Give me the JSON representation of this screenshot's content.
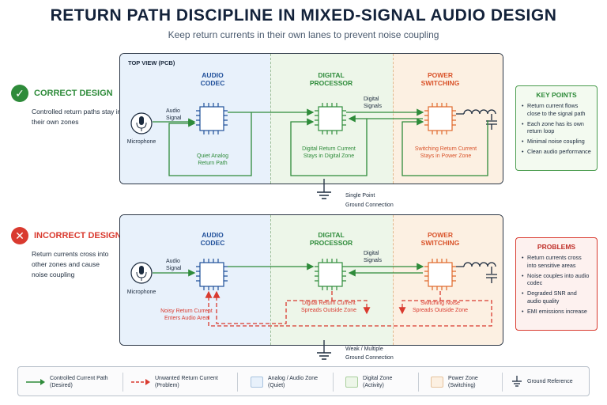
{
  "header": {
    "title": "RETURN PATH DISCIPLINE IN MIXED-SIGNAL AUDIO DESIGN",
    "subtitle": "Keep return currents in their own lanes to prevent noise coupling"
  },
  "correct": {
    "badge": "✓",
    "label": "CORRECT DESIGN",
    "desc": "Controlled return paths stay in their own zones",
    "top_view": "TOP VIEW (PCB)",
    "audio_codec": [
      "AUDIO",
      "CODEC"
    ],
    "digital_processor": [
      "DIGITAL",
      "PROCESSOR"
    ],
    "power_switching": [
      "POWER",
      "SWITCHING"
    ],
    "audio_signal": [
      "Audio",
      "Signal"
    ],
    "digital_signals": [
      "Digital",
      "Signals"
    ],
    "microphone": "Microphone",
    "analog_return": [
      "Quiet Analog",
      "Return Path"
    ],
    "digital_return": [
      "Digital Return Current",
      "Stays in Digital Zone"
    ],
    "power_return": [
      "Switching Return Current",
      "Stays in Power Zone"
    ],
    "ground": [
      "Single Point",
      "Ground Connection"
    ]
  },
  "incorrect": {
    "badge": "✕",
    "label": "INCORRECT DESIGN",
    "desc": "Return currents cross into other zones and cause noise coupling",
    "audio_codec": [
      "AUDIO",
      "CODEC"
    ],
    "digital_processor": [
      "DIGITAL",
      "PROCESSOR"
    ],
    "power_switching": [
      "POWER",
      "SWITCHING"
    ],
    "audio_signal": [
      "Audio",
      "Signal"
    ],
    "digital_signals": [
      "Digital",
      "Signals"
    ],
    "microphone": "Microphone",
    "analog_return": [
      "Noisy Return Current",
      "Enters Audio Area"
    ],
    "digital_return": [
      "Digital Return Current",
      "Spreads Outside Zone"
    ],
    "power_return": [
      "Switching Noise",
      "Spreads Outside Zone"
    ],
    "ground": [
      "Weak / Multiple",
      "Ground Connection"
    ]
  },
  "key_points": {
    "title": "KEY POINTS",
    "items": [
      "Return current flows close to the signal path",
      "Each zone has its own return loop",
      "Minimal noise coupling",
      "Clean audio performance"
    ]
  },
  "problems": {
    "title": "PROBLEMS",
    "items": [
      "Return currents cross into sensitive areas",
      "Noise couples into audio codec",
      "Degraded SNR and audio quality",
      "EMI emissions increase"
    ]
  },
  "legend": {
    "controlled": [
      "Controlled Current Path",
      "(Desired)"
    ],
    "unwanted": [
      "Unwanted Return Current",
      "(Problem)"
    ],
    "analog_zone": [
      "Analog / Audio Zone",
      "(Quiet)"
    ],
    "digital_zone": [
      "Digital Zone",
      "(Activity)"
    ],
    "power_zone": [
      "Power Zone",
      "(Switching)"
    ],
    "ground_ref": "Ground Reference"
  },
  "colors": {
    "green": "#2e8b3a",
    "red": "#d93a2f",
    "blue_chip": "#1f4f9a",
    "orange_chip": "#e0672a",
    "analog_zone": "#e8f1fb",
    "digital_zone": "#edf6e9",
    "power_zone": "#fcf0e2"
  }
}
